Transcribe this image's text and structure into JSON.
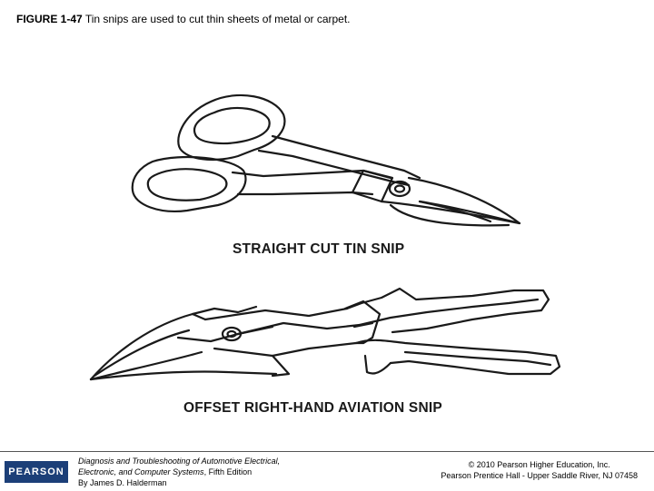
{
  "caption": {
    "figure_label": "FIGURE 1-47",
    "text": "Tin snips are used to cut thin sheets of metal or carpet."
  },
  "illustrations": [
    {
      "label": "STRAIGHT CUT TIN SNIP"
    },
    {
      "label": "OFFSET RIGHT-HAND AVIATION SNIP"
    }
  ],
  "footer": {
    "logo": "PEARSON",
    "book_title_line1": "Diagnosis and Troubleshooting of Automotive Electrical,",
    "book_title_line2_italic": "Electronic, and Computer Systems",
    "book_title_line2_rest": ", Fifth Edition",
    "author": "By James D. Halderman",
    "copyright": "© 2010 Pearson Higher Education, Inc.",
    "publisher": "Pearson Prentice Hall - Upper Saddle River, NJ 07458"
  }
}
